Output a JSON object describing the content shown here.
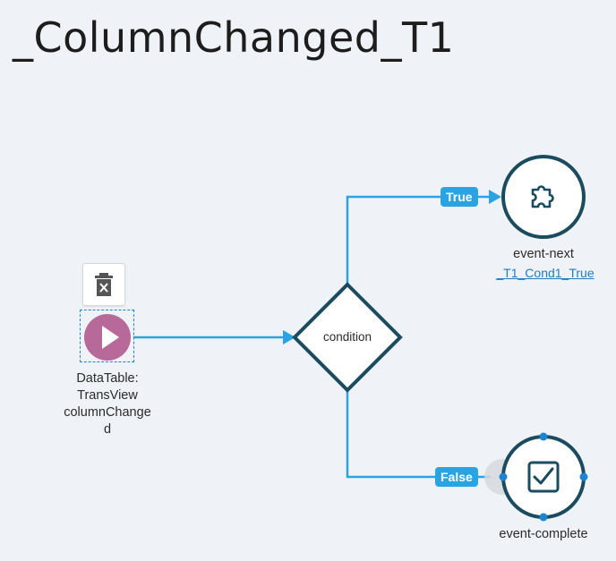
{
  "title": "_ColumnChanged_T1",
  "start_node": {
    "label_lines": [
      "DataTable:",
      "TransView",
      "columnChange",
      "d"
    ],
    "color": "#b76a9a"
  },
  "condition_node": {
    "label": "condition"
  },
  "true_branch": {
    "label": "True"
  },
  "false_branch": {
    "label": "False"
  },
  "event_next": {
    "label": "event-next",
    "link": "_T1_Cond1_True"
  },
  "event_complete": {
    "label": "event-complete"
  },
  "colors": {
    "edge": "#2aa3e3",
    "node_stroke": "#1b4b5e",
    "background": "#eff2f6"
  }
}
